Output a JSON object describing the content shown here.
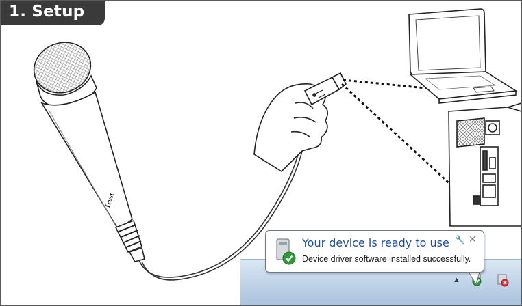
{
  "header": {
    "title": "1. Setup"
  },
  "microphone": {
    "brand": "Trust"
  },
  "notification": {
    "title": "Your device is ready to use",
    "message": "Device driver software installed successfully.",
    "settings_icon": "wrench-icon",
    "close_icon": "close-icon"
  },
  "taskbar": {
    "tray_icons": [
      "tray-expand-arrow-icon",
      "usb-device-ok-icon",
      "network-error-icon"
    ]
  },
  "colors": {
    "title_tab": "#3a3a3a",
    "balloon_title": "#1f4fa0",
    "taskbar": "#c5d7ea"
  }
}
